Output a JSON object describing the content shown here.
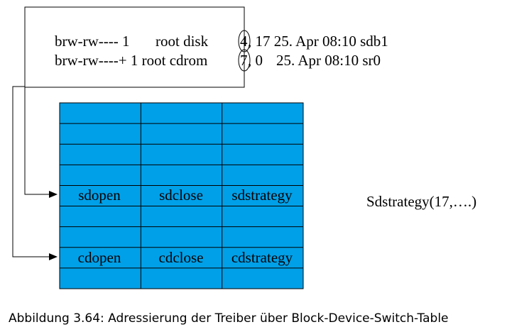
{
  "listing": {
    "line1": {
      "perms": "brw-rw---- 1",
      "owner_group": "root disk",
      "major": "4",
      "rest": ", 17 25. Apr 08:10 sdb1"
    },
    "line2": {
      "perms": "brw-rw----+ 1 root cdrom",
      "major": "7",
      "rest": ", 0",
      "date_name": "25. Apr 08:10 sr0"
    }
  },
  "table": {
    "fill_color": "#00a0e8",
    "row_count": 9,
    "column_count": 3,
    "rows": [
      {
        "index": 4,
        "cells": [
          "sdopen",
          "sdclose",
          "sdstrategy"
        ]
      },
      {
        "index": 7,
        "cells": [
          "cdopen",
          "cdclose",
          "cdstrategy"
        ]
      }
    ]
  },
  "call_label": "Sdstrategy(17,….)",
  "caption": "Abbildung 3.64: Adressierung der Treiber über Block-Device-Switch-Table"
}
